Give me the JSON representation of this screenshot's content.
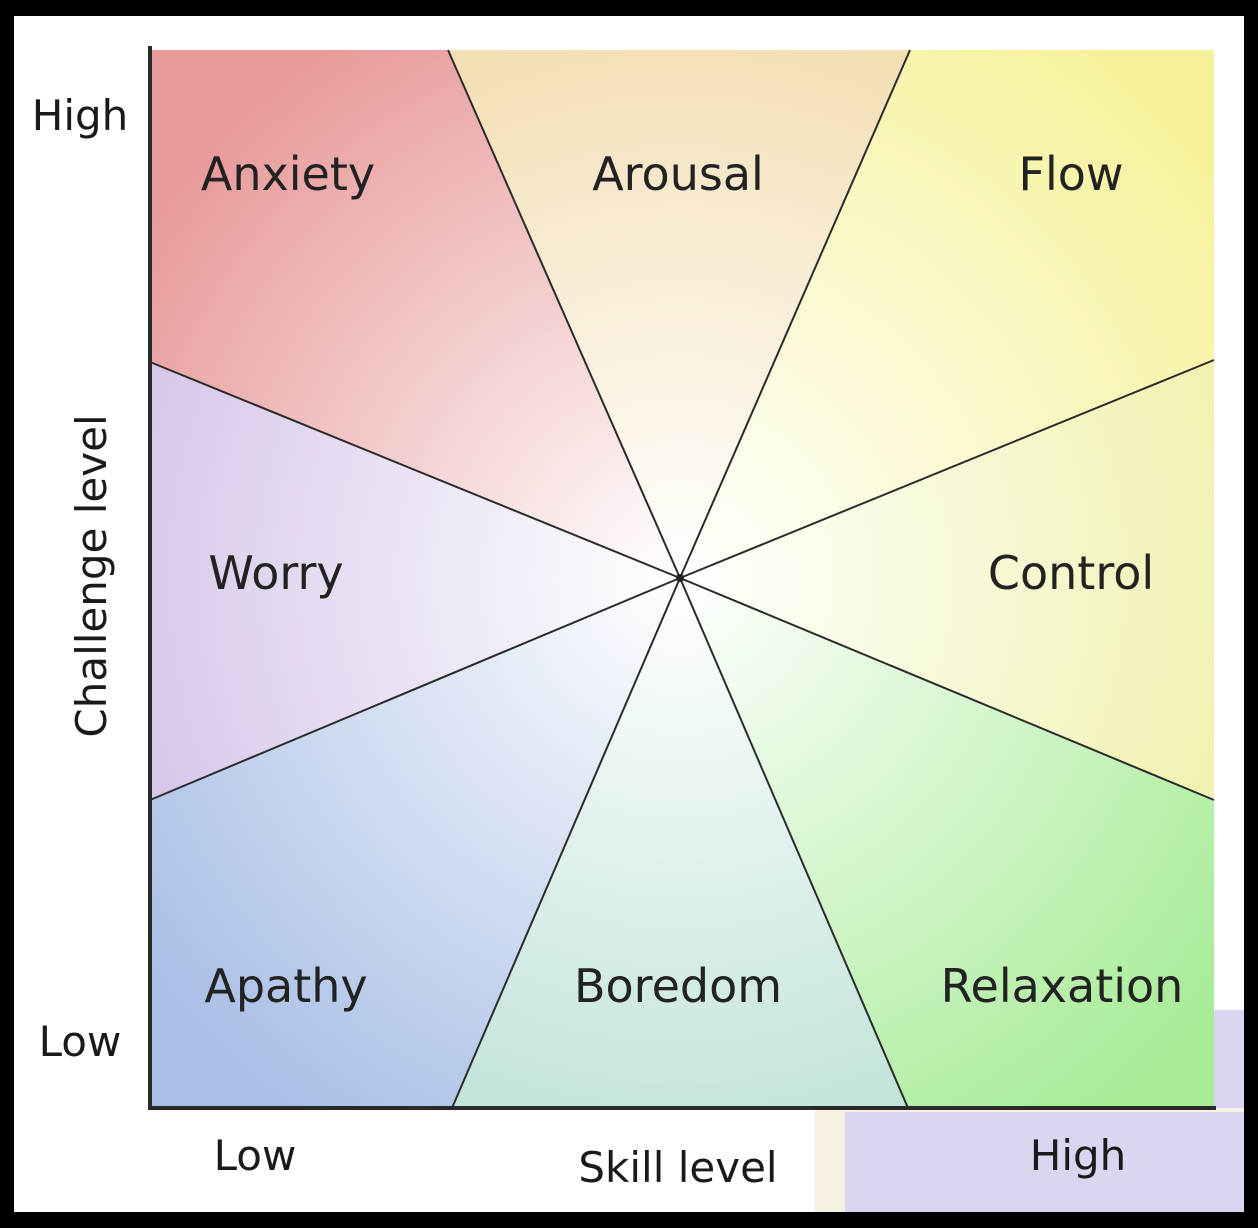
{
  "axes": {
    "y_title": "Challenge level",
    "x_title": "Skill level",
    "y_high": "High",
    "y_low": "Low",
    "x_low": "Low",
    "x_high": "High"
  },
  "regions": {
    "anxiety": "Anxiety",
    "arousal": "Arousal",
    "flow": "Flow",
    "worry": "Worry",
    "control": "Control",
    "apathy": "Apathy",
    "boredom": "Boredom",
    "relaxation": "Relaxation"
  },
  "colors": {
    "anxiety": "#e89a9a",
    "arousal": "#f3dfb4",
    "flow": "#f6f29a",
    "worry": "#d7c8ea",
    "control": "#f1f2b2",
    "apathy": "#a9bfe6",
    "boredom": "#c3e4dc",
    "relaxation": "#a8ec98",
    "background_decor": "#ddd4f2"
  }
}
